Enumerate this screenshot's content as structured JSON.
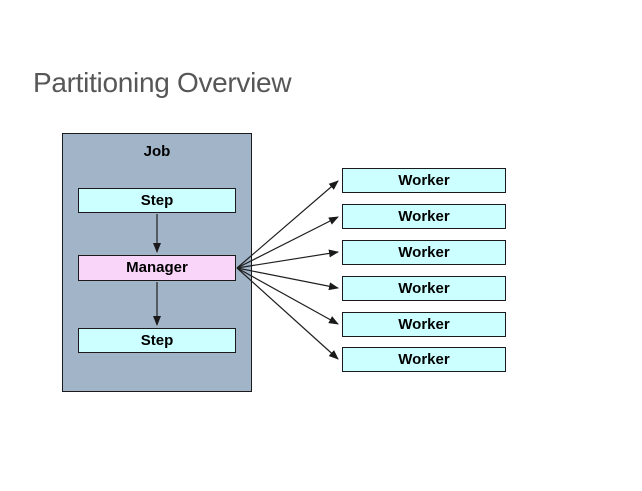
{
  "slide": {
    "title": "Partitioning Overview"
  },
  "diagram": {
    "job": {
      "label": "Job"
    },
    "steps": [
      {
        "label": "Step"
      },
      {
        "label": "Step"
      }
    ],
    "manager": {
      "label": "Manager"
    },
    "workers": [
      {
        "label": "Worker"
      },
      {
        "label": "Worker"
      },
      {
        "label": "Worker"
      },
      {
        "label": "Worker"
      },
      {
        "label": "Worker"
      },
      {
        "label": "Worker"
      }
    ],
    "edges": [
      "Step -> Manager",
      "Manager -> Step",
      "Manager -> Worker x6"
    ],
    "colors": {
      "background": "#FFFFFF",
      "title_text": "#575757",
      "label_text": "#000000",
      "job_fill": "#A2B4C8",
      "step_fill": "#CCFFFF",
      "manager_fill": "#FAD5FA",
      "worker_fill": "#CCFFFF",
      "node_border": "#1A1A1A",
      "arrow": "#1A1A1A"
    }
  }
}
